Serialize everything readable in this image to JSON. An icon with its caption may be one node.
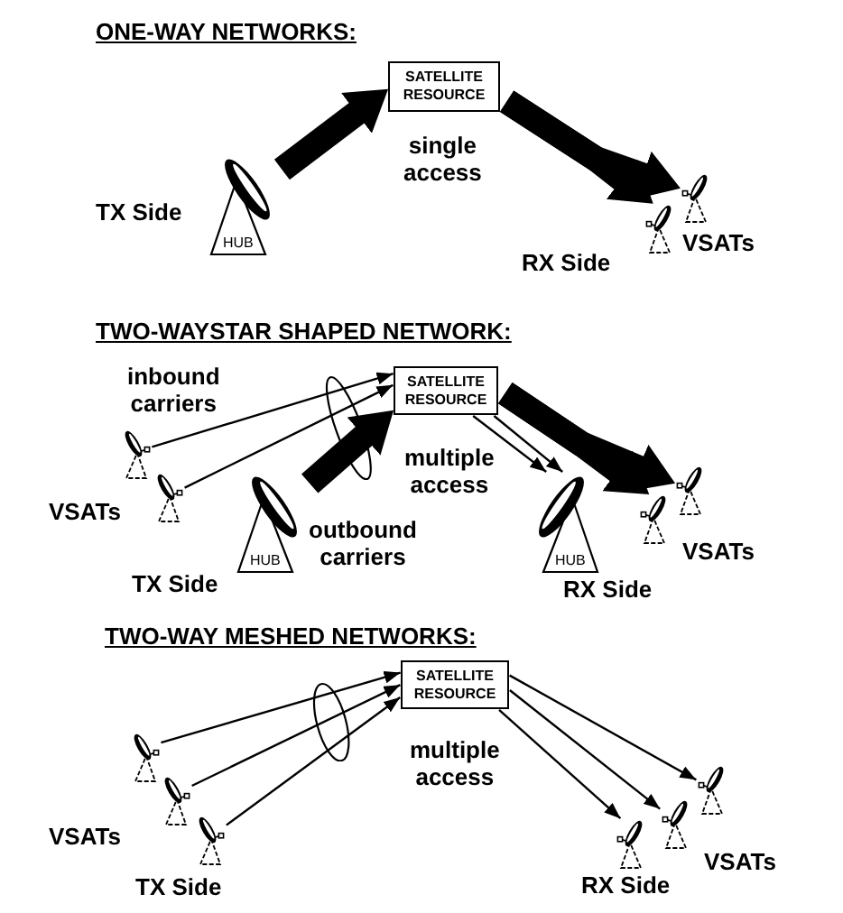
{
  "diagram": {
    "nodes": [
      {
        "text": [
          "SATELLITE RESOURCE"
        ]
      },
      {
        "text": [
          "HUB"
        ]
      },
      {
        "text": [],
        "shape": "picture"
      },
      {
        "text": [],
        "shape": "picture"
      },
      {
        "text": [
          "SATELLITE RESOURCE"
        ]
      },
      {
        "text": [],
        "shape": "picture"
      },
      {
        "text": [],
        "shape": "picture"
      },
      {
        "text": [
          "HUB"
        ]
      },
      {
        "text": [
          "HUB"
        ]
      },
      {
        "text": [],
        "shape": "picture"
      },
      {
        "text": [],
        "shape": "picture"
      },
      {
        "text": [
          "SATELLITE RESOURCE"
        ]
      },
      {
        "text": [],
        "shape": "picture"
      },
      {
        "text": [],
        "shape": "picture"
      },
      {
        "text": [],
        "shape": "picture"
      },
      {
        "text": [],
        "shape": "picture"
      },
      {
        "text": [],
        "shape": "picture"
      },
      {
        "text": [],
        "shape": "picture"
      }
    ],
    "edges": [
      {
        "from": 1,
        "to": 0,
        "arrow": "to",
        "style": "thick"
      },
      {
        "from": 0,
        "to": 2,
        "arrow": "to",
        "style": "thick"
      },
      {
        "from": 0,
        "to": 3,
        "arrow": "to",
        "style": "thick"
      },
      {
        "from": 5,
        "to": 4,
        "arrow": "to"
      },
      {
        "from": 6,
        "to": 4,
        "arrow": "to"
      },
      {
        "from": 7,
        "to": 4,
        "arrow": "to",
        "style": "thick"
      },
      {
        "from": 4,
        "to": 8,
        "arrow": "to"
      },
      {
        "from": 4,
        "to": 8,
        "arrow": "to"
      },
      {
        "from": 4,
        "to": 9,
        "arrow": "to",
        "style": "thick"
      },
      {
        "from": 4,
        "to": 10,
        "arrow": "to",
        "style": "thick"
      },
      {
        "from": 12,
        "to": 11,
        "arrow": "to"
      },
      {
        "from": 13,
        "to": 11,
        "arrow": "to"
      },
      {
        "from": 14,
        "to": 11,
        "arrow": "to"
      },
      {
        "from": 11,
        "to": 15,
        "arrow": "to"
      },
      {
        "from": 11,
        "to": 16,
        "arrow": "to"
      },
      {
        "from": 11,
        "to": 17,
        "arrow": "to"
      }
    ],
    "labels": [
      "ONE-WAY NETWORKS:",
      "single access",
      "TX Side",
      "RX Side",
      "VSATs",
      "TWO-WAYSTAR SHAPED NETWORK:",
      "inbound carriers",
      "multiple access",
      "VSATs",
      "outbound carriers",
      "VSATs",
      "TX Side",
      "RX Side",
      "TWO-WAY MESHED NETWORKS:",
      "multiple access",
      "VSATs",
      "VSATs",
      "TX Side",
      "RX Side"
    ]
  }
}
